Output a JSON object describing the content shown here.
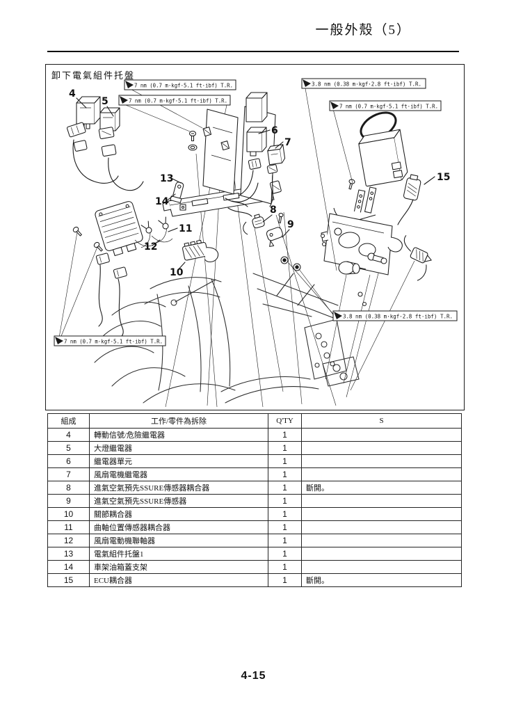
{
  "page": {
    "header_title": "一般外殼（5）",
    "page_number": "4-15"
  },
  "figure": {
    "title": "卸下電氣組件托盤",
    "torque": {
      "t7": "7 nm (0.7 m·kgf·5.1 ft·ibf) T.R.",
      "t38": "3.8 nm (0.38 m·kgf·2.8 ft·ibf) T.R."
    },
    "part_numbers": [
      "4",
      "5",
      "6",
      "7",
      "8",
      "9",
      "10",
      "11",
      "12",
      "13",
      "14",
      "15"
    ]
  },
  "table": {
    "headers": {
      "order": "組成",
      "job": "工作/零件為拆除",
      "qty": "Q'TY",
      "remarks": "S"
    },
    "rows": [
      {
        "no": "4",
        "desc": "轉動信號/危險繼電器",
        "qty": "1",
        "s": ""
      },
      {
        "no": "5",
        "desc": "大燈繼電器",
        "qty": "1",
        "s": ""
      },
      {
        "no": "6",
        "desc": "繼電器單元",
        "qty": "1",
        "s": ""
      },
      {
        "no": "7",
        "desc": "風扇電機繼電器",
        "qty": "1",
        "s": ""
      },
      {
        "no": "8",
        "desc": "進氣空氣預先SSURE傳感器耦合器",
        "qty": "1",
        "s": "斷開。"
      },
      {
        "no": "9",
        "desc": "進氣空氣預先SSURE傳感器",
        "qty": "1",
        "s": ""
      },
      {
        "no": "10",
        "desc": "關節耦合器",
        "qty": "1",
        "s": ""
      },
      {
        "no": "11",
        "desc": "曲軸位置傳感器耦合器",
        "qty": "1",
        "s": ""
      },
      {
        "no": "12",
        "desc": "風扇電動機聯軸器",
        "qty": "1",
        "s": ""
      },
      {
        "no": "13",
        "desc": "電氣組件托盤1",
        "qty": "1",
        "s": ""
      },
      {
        "no": "14",
        "desc": "車架油箱蓋支架",
        "qty": "1",
        "s": ""
      },
      {
        "no": "15",
        "desc": "ECU耦合器",
        "qty": "1",
        "s": "斷開。"
      }
    ]
  }
}
